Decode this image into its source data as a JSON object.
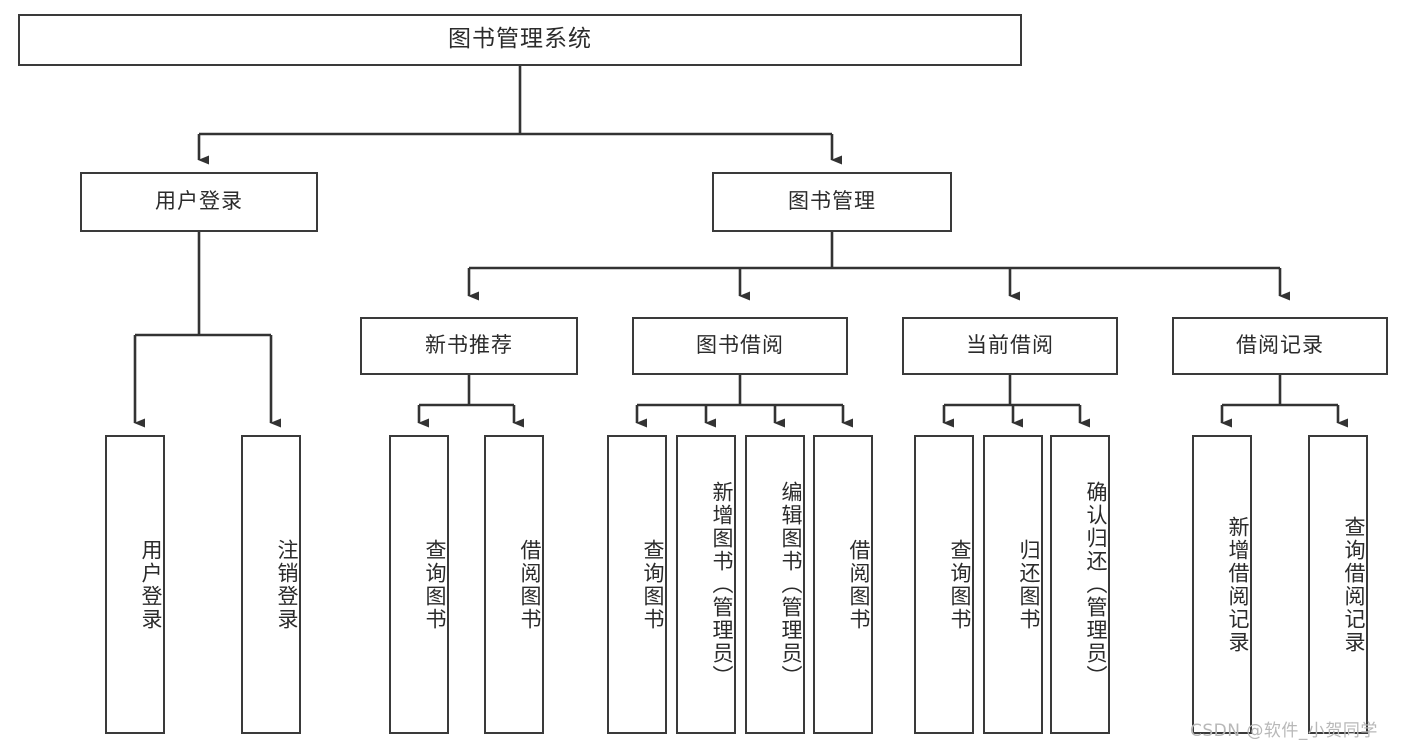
{
  "diagram": {
    "type": "tree-hierarchy",
    "title": "图书管理系统",
    "watermark": "CSDN @软件_小贺同学",
    "nodes": {
      "root": {
        "label": "图书管理系统"
      },
      "level1": [
        {
          "id": "user-login",
          "label": "用户登录"
        },
        {
          "id": "book-manage",
          "label": "图书管理"
        }
      ],
      "level2": [
        {
          "id": "new-book-recommend",
          "label": "新书推荐"
        },
        {
          "id": "book-borrow",
          "label": "图书借阅"
        },
        {
          "id": "current-borrow",
          "label": "当前借阅"
        },
        {
          "id": "borrow-record",
          "label": "借阅记录"
        }
      ],
      "leaves": {
        "user_login": [
          {
            "id": "leaf-user-login",
            "label": "用户登录"
          },
          {
            "id": "leaf-logout-login",
            "label": "注销登录"
          }
        ],
        "new_book_recommend": [
          {
            "id": "leaf-query-book-1",
            "label": "查询图书"
          },
          {
            "id": "leaf-borrow-book-1",
            "label": "借阅图书"
          }
        ],
        "book_borrow": [
          {
            "id": "leaf-query-book-2",
            "label": "查询图书"
          },
          {
            "id": "leaf-add-book",
            "label": "新增图书（管理员）"
          },
          {
            "id": "leaf-edit-book",
            "label": "编辑图书（管理员）"
          },
          {
            "id": "leaf-borrow-book-2",
            "label": "借阅图书"
          }
        ],
        "current_borrow": [
          {
            "id": "leaf-query-book-3",
            "label": "查询图书"
          },
          {
            "id": "leaf-return-book",
            "label": "归还图书"
          },
          {
            "id": "leaf-confirm-return",
            "label": "确认归还（管理员）"
          }
        ],
        "borrow_record": [
          {
            "id": "leaf-add-record",
            "label": "新增借阅记录"
          },
          {
            "id": "leaf-query-record",
            "label": "查询借阅记录"
          }
        ]
      }
    },
    "colors": {
      "border": "#3a3a3a",
      "text": "#2b2b2b",
      "background": "#ffffff",
      "edge": "#333333",
      "watermark": "#b8b8b8"
    }
  }
}
